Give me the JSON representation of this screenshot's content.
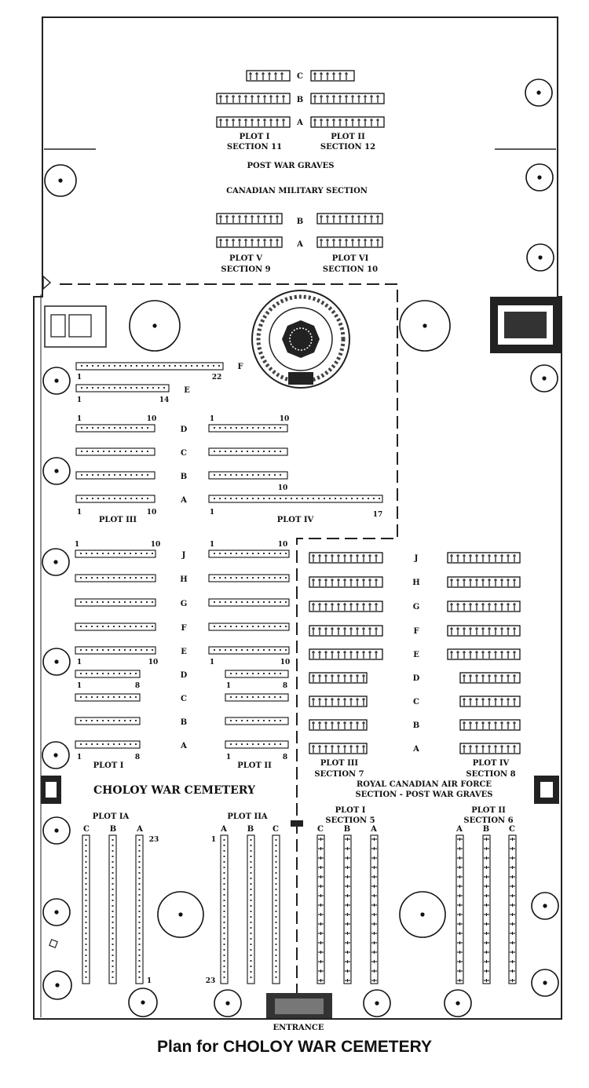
{
  "caption": "Plan for CHOLOY WAR CEMETERY",
  "cemetery_name": "CHOLOY WAR CEMETERY",
  "entrance": "ENTRANCE",
  "areas": {
    "post_war": {
      "row_labels": [
        "C",
        "B",
        "A"
      ],
      "plot_i": [
        "PLOT I",
        "SECTION 11"
      ],
      "plot_ii": [
        "PLOT II",
        "SECTION 12"
      ],
      "title": "POST WAR GRAVES"
    },
    "canadian_military": {
      "title": "CANADIAN MILITARY SECTION",
      "row_labels": [
        "B",
        "A"
      ],
      "plot_v": [
        "PLOT V",
        "SECTION 9"
      ],
      "plot_vi": [
        "PLOT VI",
        "SECTION 10"
      ]
    },
    "upper": {
      "rows_fe": [
        {
          "label": "F",
          "first": "1",
          "last": "22"
        },
        {
          "label": "E",
          "first": "1",
          "last": "14"
        }
      ],
      "rows_dca": [
        "D",
        "C",
        "B",
        "A"
      ],
      "plot_iii": {
        "name": "PLOT III",
        "first": "1",
        "last": "10"
      },
      "plot_iv": {
        "name": "PLOT IV",
        "first": "1",
        "last": "10",
        "last_row_a": "17"
      }
    },
    "middle": {
      "rows": [
        "J",
        "H",
        "G",
        "F",
        "E",
        "D",
        "C",
        "B",
        "A"
      ],
      "plot_i": {
        "name": "PLOT I",
        "first": "1",
        "last_long": "10",
        "last_short": "8"
      },
      "plot_ii": {
        "name": "PLOT II",
        "first": "1",
        "last_long": "10",
        "last_short": "8"
      }
    },
    "rcaf": {
      "rows": [
        "J",
        "H",
        "G",
        "F",
        "E",
        "D",
        "C",
        "B",
        "A"
      ],
      "plot_iii": [
        "PLOT III",
        "SECTION 7"
      ],
      "plot_iv": [
        "PLOT IV",
        "SECTION 8"
      ],
      "title": [
        "ROYAL CANADIAN AIR FORCE",
        "SECTION - POST WAR GRAVES"
      ]
    },
    "lower": {
      "plot_ia": {
        "name": "PLOT IA",
        "cols": [
          "C",
          "B",
          "A"
        ],
        "top": "23",
        "bottom": "1"
      },
      "plot_iia": {
        "name": "PLOT IIA",
        "cols": [
          "A",
          "B",
          "C"
        ],
        "top": "1",
        "bottom": "23"
      },
      "plot_i_s5": {
        "name": [
          "PLOT I",
          "SECTION 5"
        ],
        "cols": [
          "C",
          "B",
          "A"
        ]
      },
      "plot_ii_s6": {
        "name": [
          "PLOT II",
          "SECTION 6"
        ],
        "cols": [
          "A",
          "B",
          "C"
        ]
      }
    }
  }
}
